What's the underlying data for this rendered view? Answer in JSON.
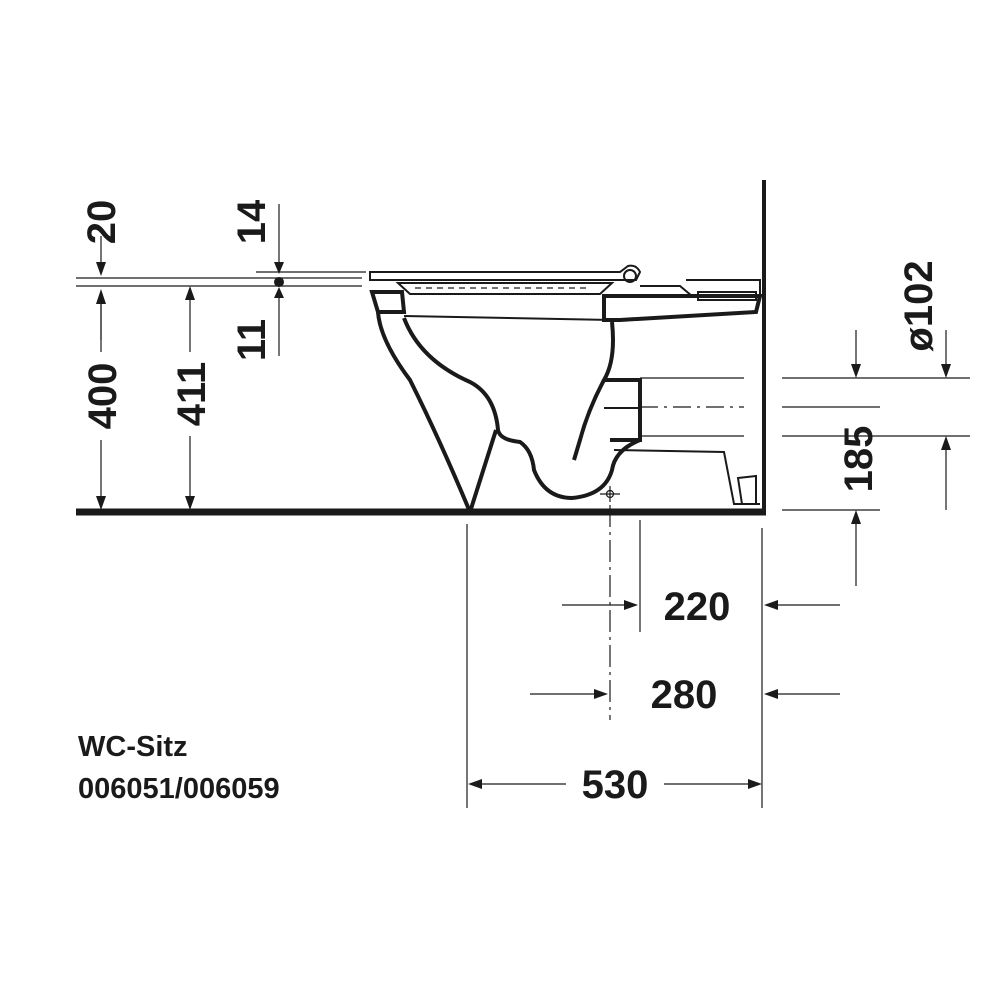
{
  "dimensions": {
    "top_offset": "20",
    "seat_thickness": "14",
    "seat_gap": "11",
    "floor_to_rim": "400",
    "floor_to_seat": "411",
    "outlet_diameter": "ø102",
    "outlet_height": "185",
    "wall_to_drain": "220",
    "wall_to_fixing": "280",
    "total_depth": "530"
  },
  "caption": {
    "line1": "WC-Sitz",
    "line2": "006051/006059"
  },
  "colors": {
    "ink": "#1a1a1a",
    "background": "#ffffff"
  }
}
